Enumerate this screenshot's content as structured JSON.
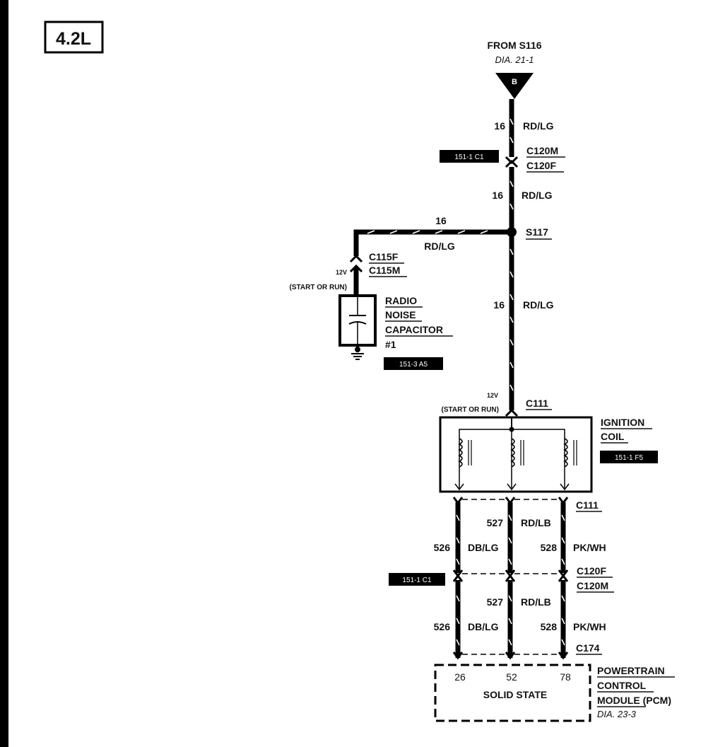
{
  "engine_label": "4.2L",
  "from": {
    "title": "FROM S116",
    "diagram": "DIA. 21-1",
    "connector_letter": "B"
  },
  "wires": {
    "top1": {
      "gauge": "16",
      "color": "RD/LG"
    },
    "top2": {
      "gauge": "16",
      "color": "RD/LG"
    },
    "branch": {
      "gauge": "16",
      "color": "RD/LG"
    },
    "main": {
      "gauge": "16",
      "color": "RD/LG"
    },
    "upper_left": {
      "gauge": "526",
      "color": "DB/LG"
    },
    "upper_mid": {
      "gauge": "527",
      "color": "RD/LB"
    },
    "upper_right": {
      "gauge": "528",
      "color": "PK/WH"
    },
    "lower_left": {
      "gauge": "526",
      "color": "DB/LG"
    },
    "lower_mid": {
      "gauge": "527",
      "color": "RD/LB"
    },
    "lower_right": {
      "gauge": "528",
      "color": "PK/WH"
    }
  },
  "connectors": {
    "c120m_top": "C120M",
    "c120f_top": "C120F",
    "s117": "S117",
    "c115f": "C115F",
    "c115m": "C115M",
    "c111_top": "C111",
    "c111_bottom": "C111",
    "c120f_bottom": "C120F",
    "c120m_bottom": "C120M",
    "c174": "C174"
  },
  "refs": {
    "top": "151-1 C1",
    "capacitor": "151-3 A5",
    "coil": "151-1 F5",
    "bottom": "151-1 C1"
  },
  "voltage": {
    "capacitor_v": "12V",
    "capacitor_state": "(START OR RUN)",
    "coil_v": "12V",
    "coil_state": "(START OR RUN)"
  },
  "capacitor": {
    "line1": "RADIO",
    "line2": "NOISE",
    "line3": "CAPACITOR",
    "line4": "#1"
  },
  "coil": {
    "line1": "IGNITION",
    "line2": "COIL"
  },
  "pcm": {
    "pins": [
      "26",
      "52",
      "78"
    ],
    "state": "SOLID STATE",
    "line1": "POWERTRAIN",
    "line2": "CONTROL",
    "line3": "MODULE",
    "suffix": "(PCM)",
    "diagram": "DIA. 23-3"
  }
}
